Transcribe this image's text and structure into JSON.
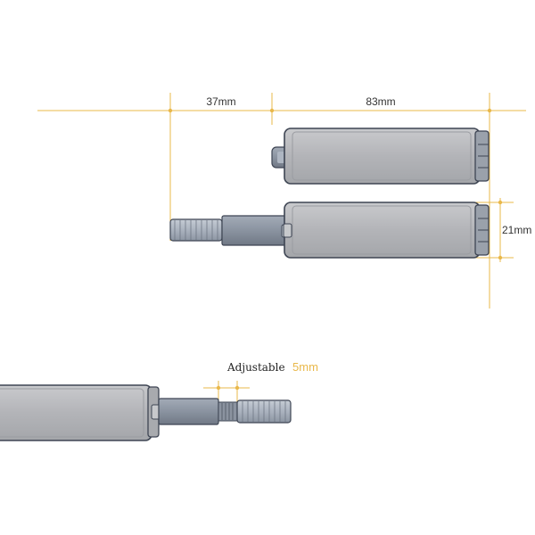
{
  "dimensions": {
    "plunger_length": "37mm",
    "body_length": "83mm",
    "body_height": "21mm"
  },
  "adjustable": {
    "label": "Adjustable",
    "value": "5mm"
  },
  "colors": {
    "dimension_line": "#e9b84a",
    "body_fill": "#b5b6b9",
    "body_stroke": "#3e4553",
    "plunger_fill": "#8d95a2",
    "text": "#333333"
  }
}
